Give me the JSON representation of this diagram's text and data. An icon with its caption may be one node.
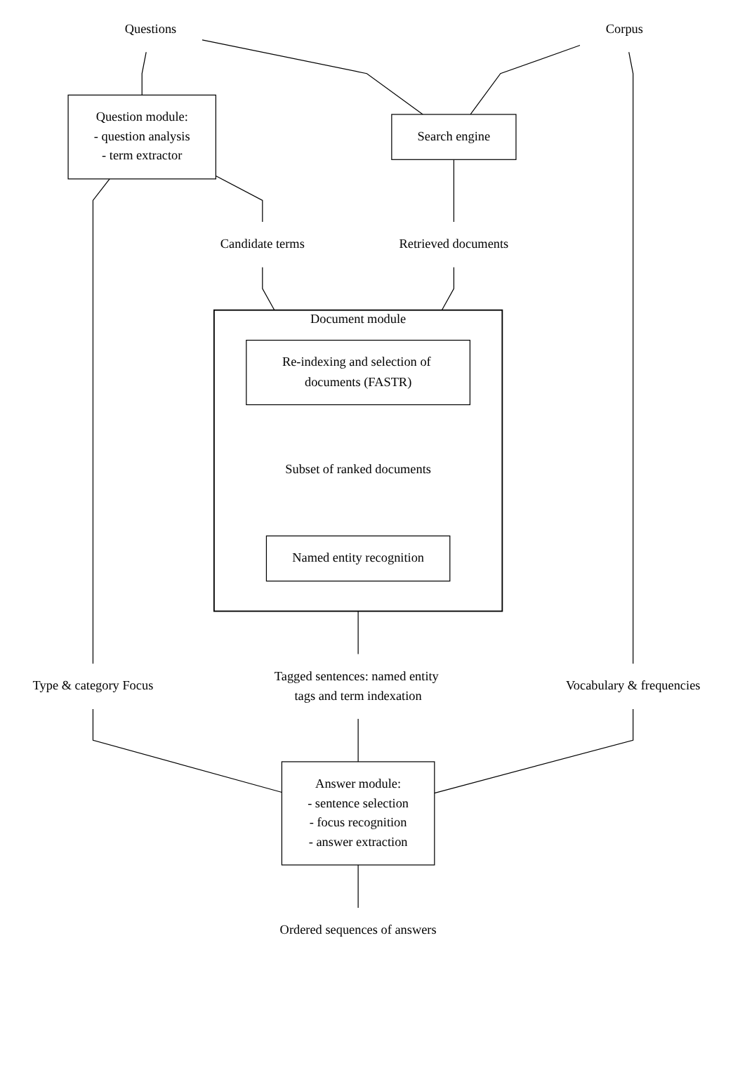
{
  "diagram": {
    "nodes": [
      {
        "text": [
          "Questions"
        ]
      },
      {
        "text": [
          "Corpus"
        ]
      },
      {
        "text": [
          "Question module:",
          "- question analysis",
          "- term extractor"
        ]
      },
      {
        "text": [
          "Search engine"
        ]
      },
      {
        "text": [
          "Type & category Focus"
        ]
      },
      {
        "text": [
          "Candidate terms"
        ]
      },
      {
        "text": [
          "Retrieved documents"
        ]
      },
      {
        "text": [
          "Document module"
        ]
      },
      {
        "text": [
          "Re-indexing and selection of documents (FASTR)"
        ],
        "in": 7
      },
      {
        "text": [
          "Subset of ranked documents"
        ],
        "in": 7
      },
      {
        "text": [
          "Named entity recognition"
        ],
        "in": 7
      },
      {
        "text": [
          "Tagged sentences: named entity tags and term indexation"
        ]
      },
      {
        "text": [
          "Vocabulary & frequencies"
        ]
      },
      {
        "text": [
          "Answer module:",
          "- sentence selection",
          "- focus recognition",
          "- answer extraction"
        ]
      },
      {
        "text": [
          "Ordered sequences of answers"
        ]
      }
    ],
    "edges": [
      {
        "from": 0,
        "to": 2,
        "arrow": "none"
      },
      {
        "from": 0,
        "to": 3,
        "arrow": "none"
      },
      {
        "from": 1,
        "to": 3,
        "arrow": "none"
      },
      {
        "from": 1,
        "to": 12,
        "arrow": "none"
      },
      {
        "from": 2,
        "to": 4,
        "arrow": "none"
      },
      {
        "from": 2,
        "to": 5,
        "arrow": "none"
      },
      {
        "from": 3,
        "to": 6,
        "arrow": "none"
      },
      {
        "from": 5,
        "to": 7,
        "arrow": "none"
      },
      {
        "from": 6,
        "to": 7,
        "arrow": "none"
      },
      {
        "from": 4,
        "to": 13,
        "arrow": "none"
      },
      {
        "from": 7,
        "to": 11,
        "arrow": "none"
      },
      {
        "from": 11,
        "to": 13,
        "arrow": "none"
      },
      {
        "from": 12,
        "to": 13,
        "arrow": "none"
      },
      {
        "from": 13,
        "to": 14,
        "arrow": "none"
      }
    ]
  }
}
